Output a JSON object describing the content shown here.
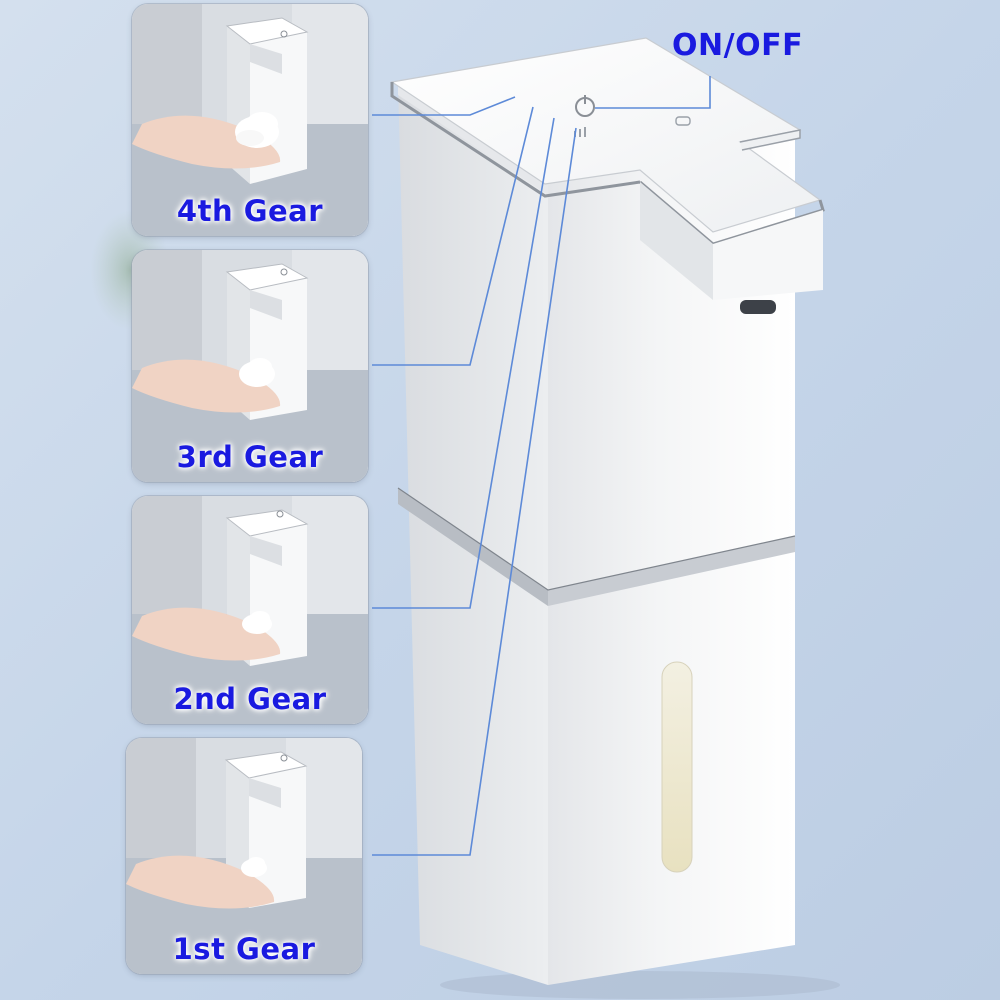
{
  "callout": {
    "power_label": "ON/OFF"
  },
  "gear_panels": [
    {
      "label": "4th Gear",
      "foam_level": 4
    },
    {
      "label": "3rd Gear",
      "foam_level": 3
    },
    {
      "label": "2nd Gear",
      "foam_level": 2
    },
    {
      "label": "1st Gear",
      "foam_level": 1
    }
  ],
  "colors": {
    "background": "#c9d8ea",
    "label_text": "#1a1ae0",
    "callout_line": "#5d8ad8",
    "dispenser_body": "#f7f7f7",
    "chrome_trim": "#9aa0a8"
  },
  "icons": {
    "power_button": "power-icon",
    "gear_indicator": "gear-indicator-icon",
    "sensor": "sensor-window-icon"
  }
}
